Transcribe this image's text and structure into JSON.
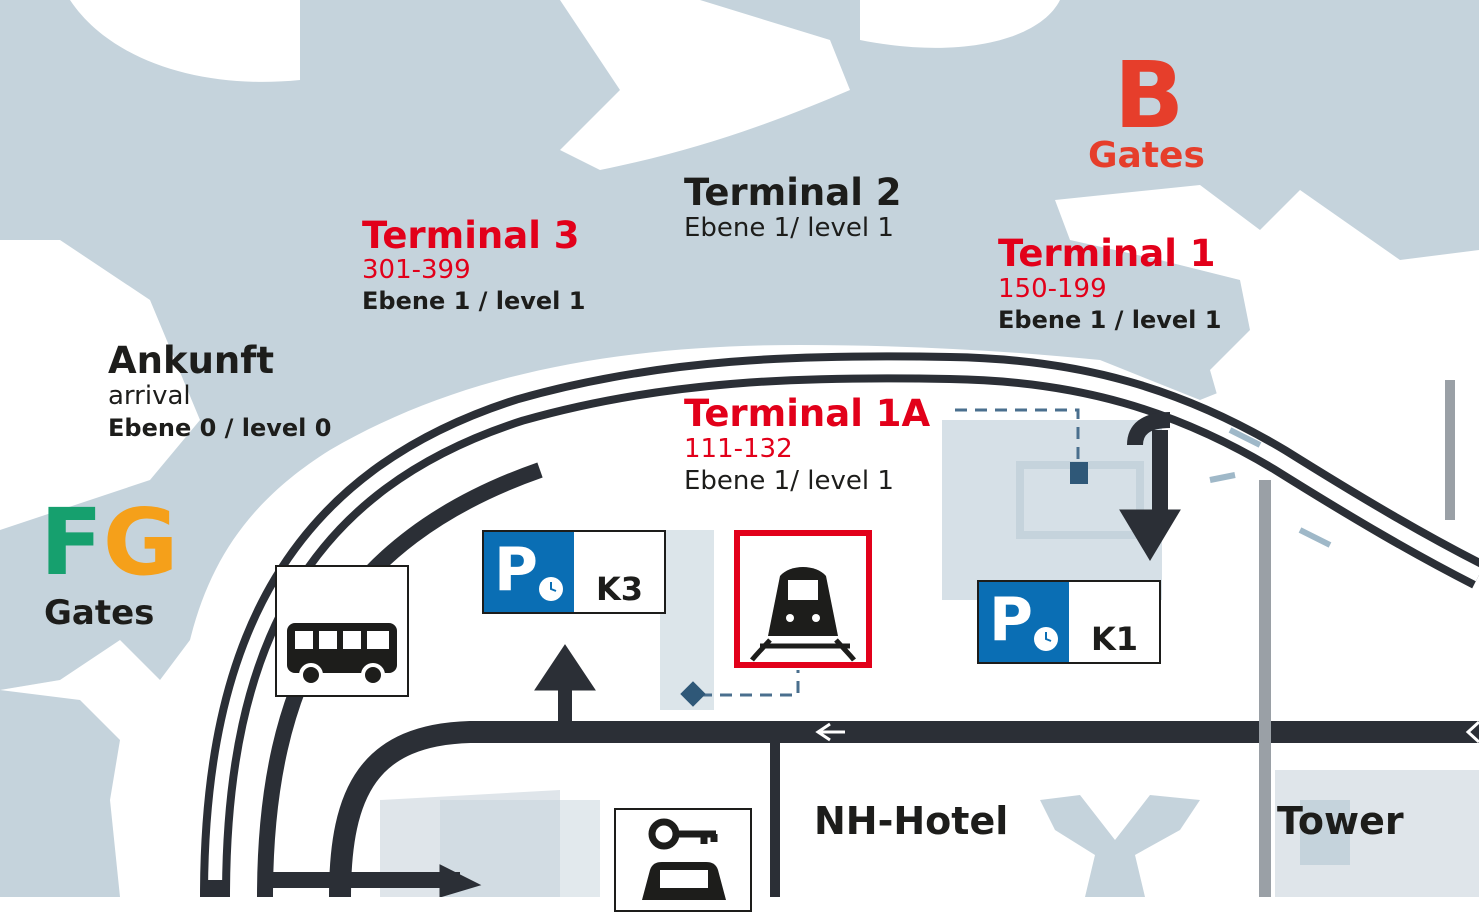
{
  "colors": {
    "water": "#c5d3dc",
    "road": "#2b2f36",
    "red": "#e2001a",
    "blue": "#0a6eb4",
    "dashed": "#4a6f8e",
    "gate_b": "#e63e2b",
    "gate_f": "#16a06e",
    "gate_g": "#f5a01a"
  },
  "terminals": [
    {
      "name": "Terminal 3",
      "gates": "301-399",
      "level": "Ebene 1 / level 1"
    },
    {
      "name": "Terminal 2",
      "level": "Ebene 1/ level 1"
    },
    {
      "name": "Terminal 1",
      "gates": "150-199",
      "level": "Ebene 1 / level 1"
    },
    {
      "name": "Terminal 1A",
      "gates": "111-132",
      "level": "Ebene 1/ level 1"
    }
  ],
  "arrival": {
    "title": "Ankunft",
    "subtitle": "arrival",
    "level": "Ebene 0 / level 0"
  },
  "gates_b": {
    "letter": "B",
    "label": "Gates"
  },
  "gates_fg": {
    "letter_f": "F",
    "letter_g": "G",
    "label": "Gates"
  },
  "parking": [
    {
      "symbol": "P",
      "label": "K3",
      "icon": "parking-clock-icon"
    },
    {
      "symbol": "P",
      "label": "K1",
      "icon": "parking-clock-icon"
    }
  ],
  "icons": {
    "bus": "bus-icon",
    "train": "train-icon",
    "car_rental": "car-key-icon"
  },
  "buildings": {
    "hotel": "NH-Hotel",
    "tower": "Tower"
  }
}
